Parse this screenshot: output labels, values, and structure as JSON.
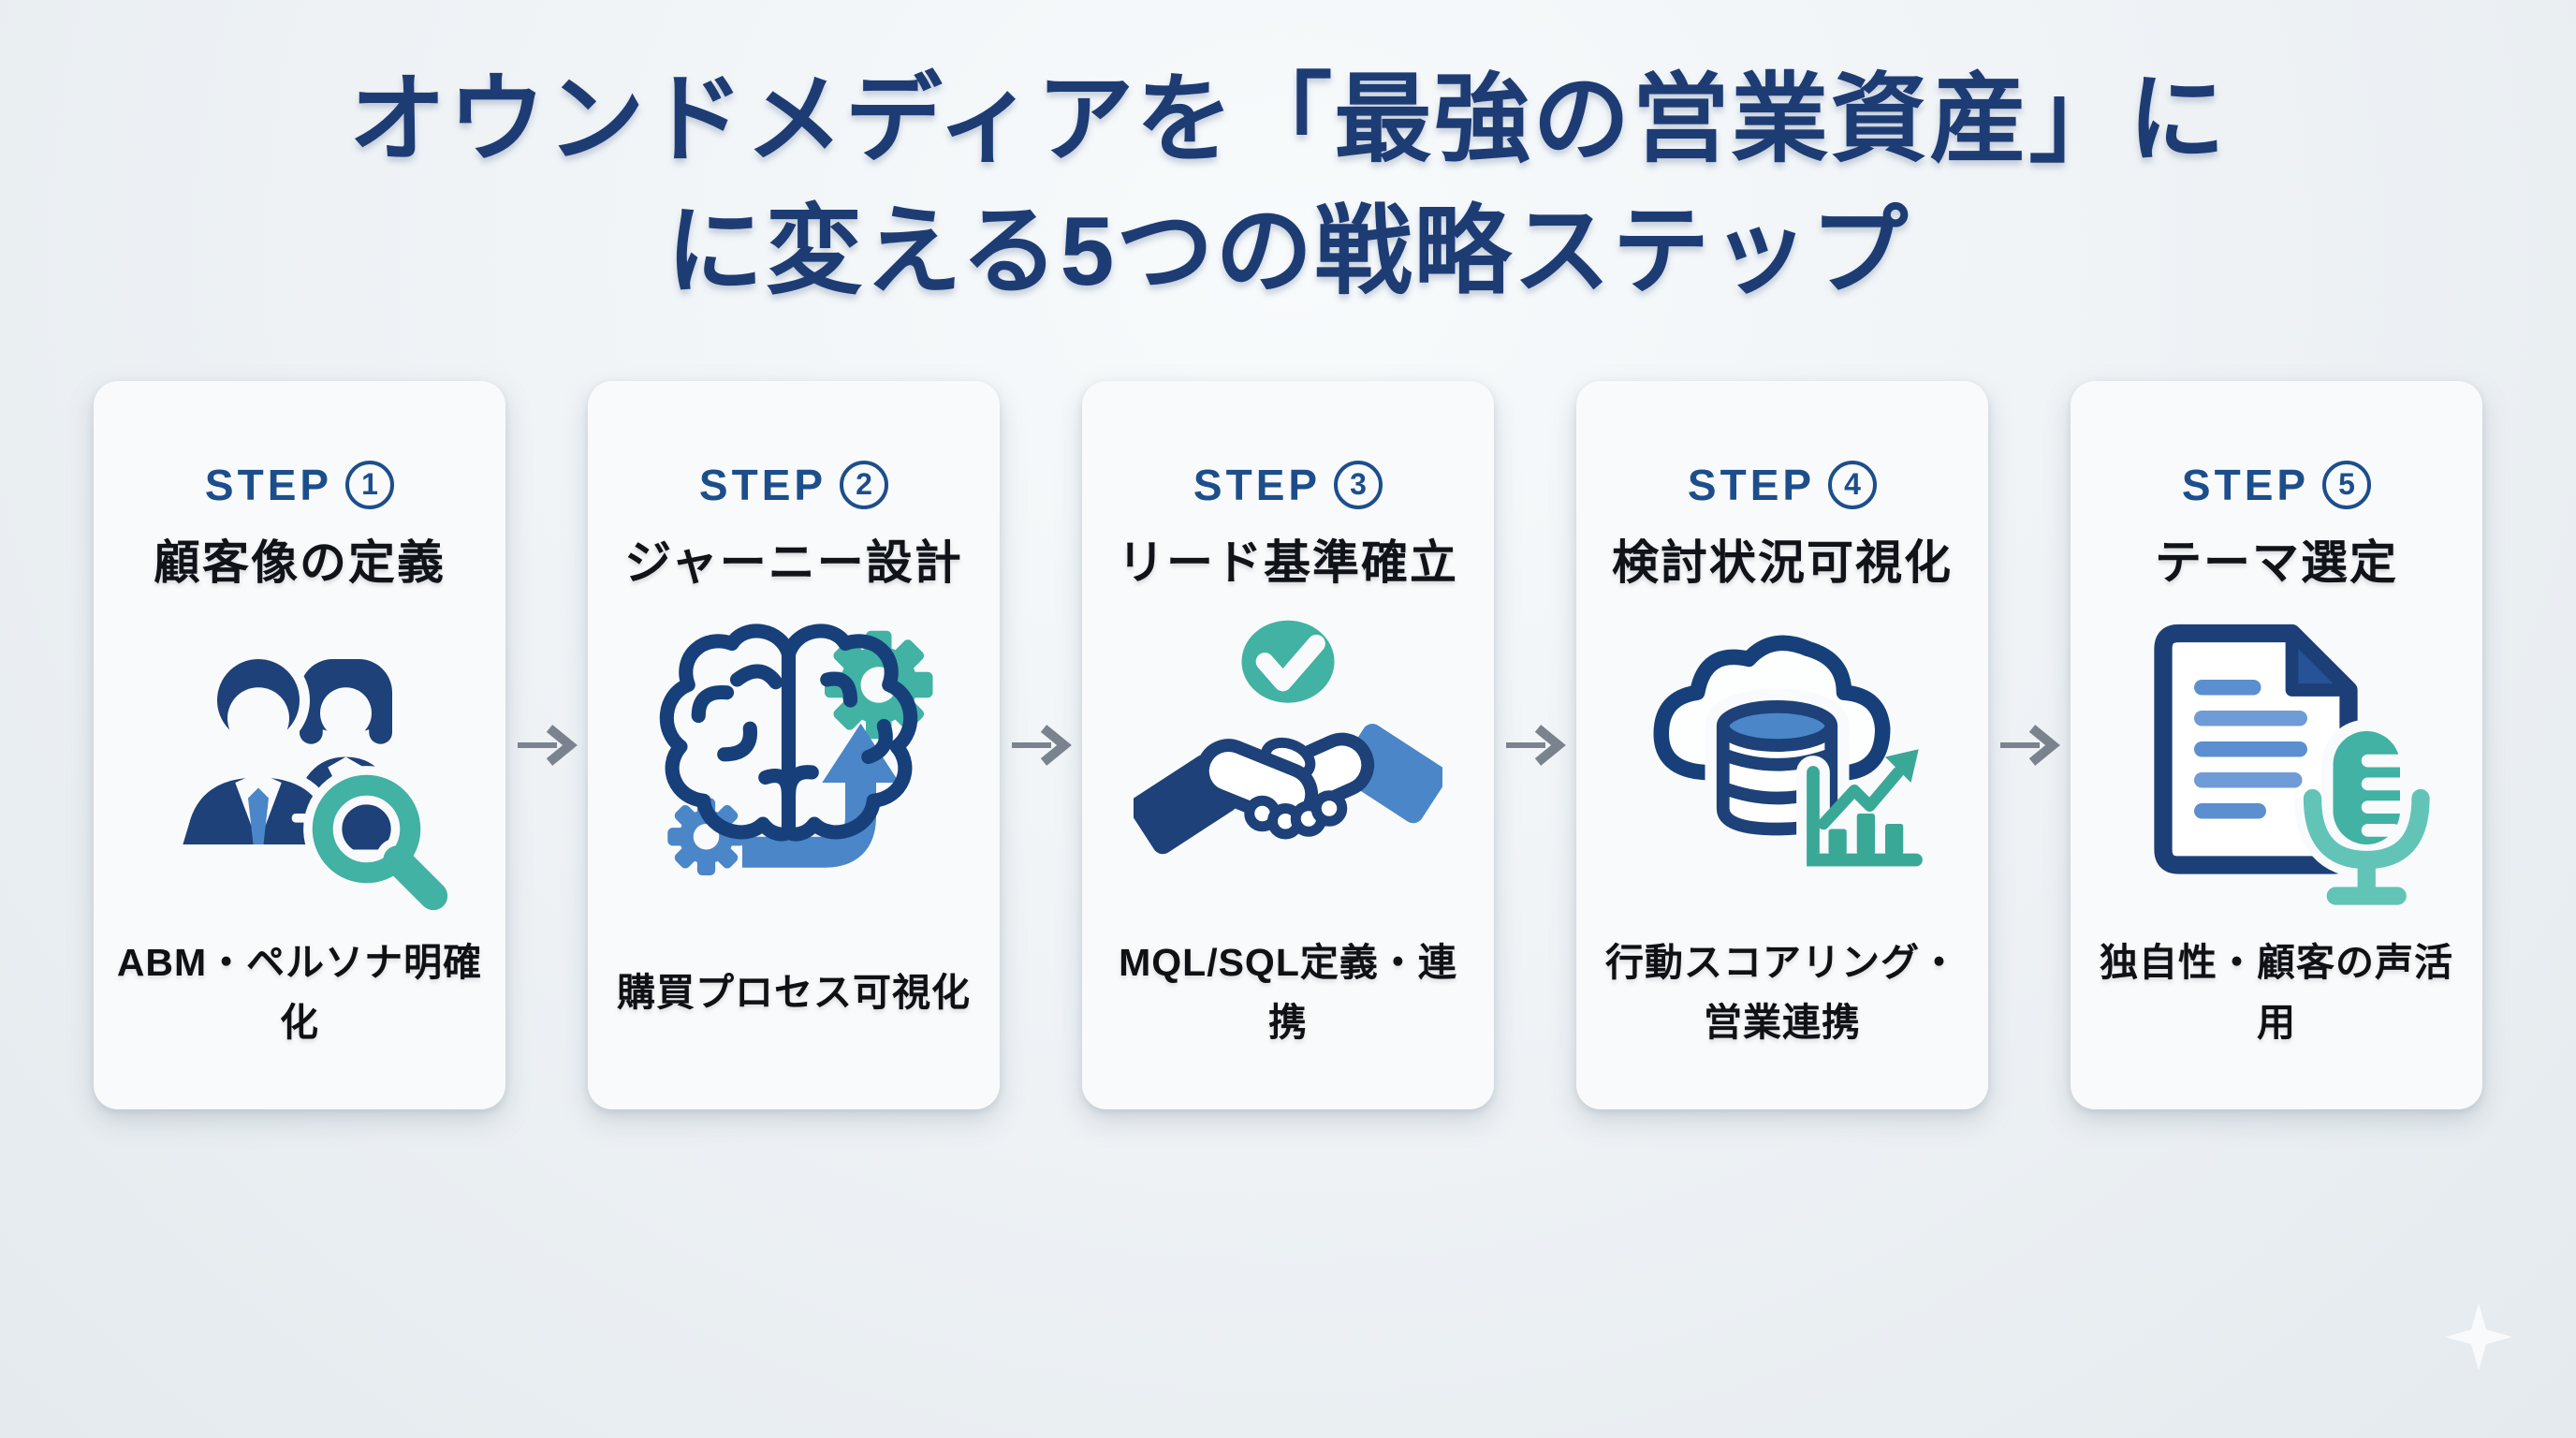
{
  "header": {
    "title_line1": "オウンドメディアを「最強の営業資産」に",
    "title_line2": "に変える5つの戦略ステップ"
  },
  "steps": [
    {
      "label": "STEP",
      "number": "1",
      "title": "顧客像の定義",
      "caption": "ABM・ペルソナ明確化",
      "icon": "customer-personas-magnifier-icon"
    },
    {
      "label": "STEP",
      "number": "2",
      "title": "ジャーニー設計",
      "caption": "購買プロセス可視化",
      "icon": "brain-gears-growth-arrow-icon"
    },
    {
      "label": "STEP",
      "number": "3",
      "title": "リード基準確立",
      "caption": "MQL/SQL定義・連携",
      "icon": "checkmark-handshake-icon"
    },
    {
      "label": "STEP",
      "number": "4",
      "title": "検討状況可視化",
      "caption": "行動スコアリング・\n営業連携",
      "icon": "cloud-database-analytics-icon"
    },
    {
      "label": "STEP",
      "number": "5",
      "title": "テーマ選定",
      "caption": "独自性・顧客の声活用",
      "icon": "document-microphone-icon"
    }
  ],
  "colors": {
    "title_navy": "#1e3c74",
    "step_blue": "#1d4e8c",
    "text_black": "#0f1115",
    "icon_navy": "#1d4178",
    "icon_blue": "#4a86c8",
    "icon_teal": "#41b2a3",
    "arrow_gray": "#7b838e",
    "card_bg": "#f9fafb",
    "page_bg": "#eceff2"
  }
}
